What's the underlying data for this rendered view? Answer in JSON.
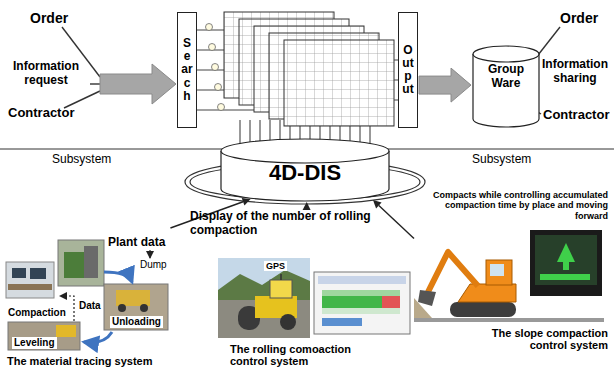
{
  "diagram": {
    "nodes": [
      {
        "text": [
          "Search"
        ]
      },
      {
        "text": [
          "Output"
        ]
      },
      {
        "text": [
          "Group Ware"
        ]
      },
      {
        "text": [
          "4D-DIS"
        ]
      },
      {
        "text": [
          "The material tracing system"
        ]
      },
      {
        "text": [
          "Display of the number of rolling compaction",
          "The rolling comoaction control system"
        ]
      },
      {
        "text": [
          "Compacts while controlling accumulated compaction time by place and moving forward",
          "The slope compaction control system"
        ]
      }
    ],
    "edges": [
      {
        "from": 1,
        "to": 2,
        "arrow": "to"
      },
      {
        "from": 4,
        "to": 3,
        "arrow": "to"
      },
      {
        "from": 5,
        "to": 3,
        "arrow": "to"
      },
      {
        "from": 6,
        "to": 3,
        "arrow": "to"
      }
    ],
    "labels": [
      "Order",
      "Information request",
      "Contractor",
      "Order",
      "Information sharing",
      "Contractor",
      "Subsystem",
      "Subsystem",
      "Plant data",
      "Dump",
      "Data",
      "Compaction",
      "Unloading",
      "Leveling",
      "GPS"
    ]
  }
}
